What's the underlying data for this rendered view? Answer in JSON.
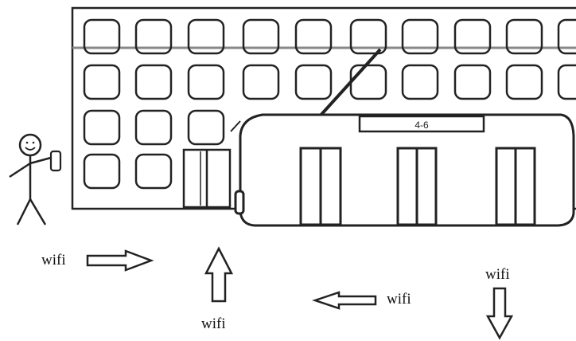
{
  "colors": {
    "ink": "#222222",
    "background": "#ffffff"
  },
  "trolleybus": {
    "route_sign": "4-6"
  },
  "wifi_labels": [
    "wifi",
    "wifi",
    "wifi",
    "wifi"
  ],
  "arrows": [
    {
      "direction": "right",
      "label": "wifi"
    },
    {
      "direction": "up",
      "label": "wifi"
    },
    {
      "direction": "left",
      "label": "wifi"
    },
    {
      "direction": "down",
      "label": "wifi"
    }
  ],
  "icons": [
    "person-icon",
    "smartphone-icon",
    "building-icon",
    "trolleybus-icon",
    "arrow-right-icon",
    "arrow-up-icon",
    "arrow-left-icon",
    "arrow-down-icon"
  ]
}
